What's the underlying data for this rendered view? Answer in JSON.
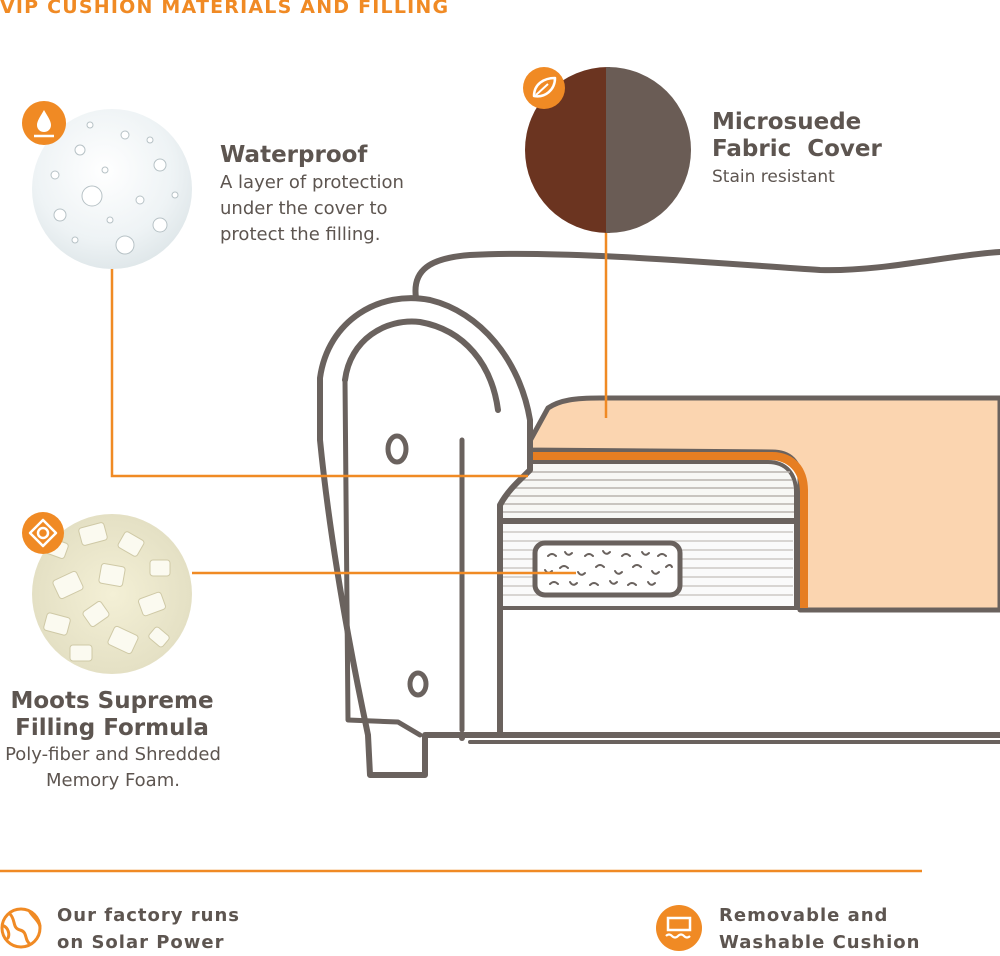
{
  "title": "VIP CUSHION MATERIALS AND FILLING",
  "colors": {
    "accent": "#f08a24",
    "text": "#5d5550",
    "outline": "#6a625e",
    "cushion": "#fbd5b0",
    "brown_fabric": "#6b3420",
    "gray_fabric": "#6a5c55"
  },
  "features": {
    "waterproof": {
      "icon": "water-drop-icon",
      "heading": "Waterproof",
      "lines": [
        "A layer of protection",
        "under the cover to",
        "protect the filling."
      ]
    },
    "cover": {
      "icon": "fabric-leaf-icon",
      "heading_lines": [
        "Microsuede",
        "Fabric  Cover"
      ],
      "subtext": "Stain resistant"
    },
    "filling": {
      "icon": "foam-target-icon",
      "heading_lines": [
        "Moots Supreme",
        "Filling Formula"
      ],
      "desc_lines": [
        "Poly-fiber and Shredded",
        "Memory Foam."
      ]
    }
  },
  "footer": {
    "solar": {
      "icon": "globe-sun-icon",
      "lines": [
        "Our factory runs",
        "on Solar Power"
      ]
    },
    "washable": {
      "icon": "washing-basin-icon",
      "lines": [
        "Removable and",
        "Washable Cushion"
      ]
    }
  }
}
